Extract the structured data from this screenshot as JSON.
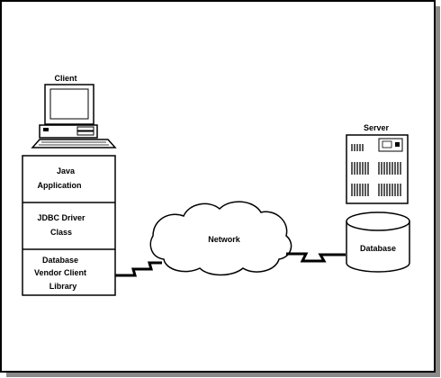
{
  "client": {
    "title": "Client",
    "layers": [
      {
        "lines": [
          "Java",
          "Application"
        ]
      },
      {
        "lines": [
          "JDBC Driver",
          "Class"
        ]
      },
      {
        "lines": [
          "Database",
          "Vendor Client",
          "Library"
        ]
      }
    ]
  },
  "network": {
    "label": "Network"
  },
  "server": {
    "title": "Server"
  },
  "database": {
    "label": "Database"
  }
}
